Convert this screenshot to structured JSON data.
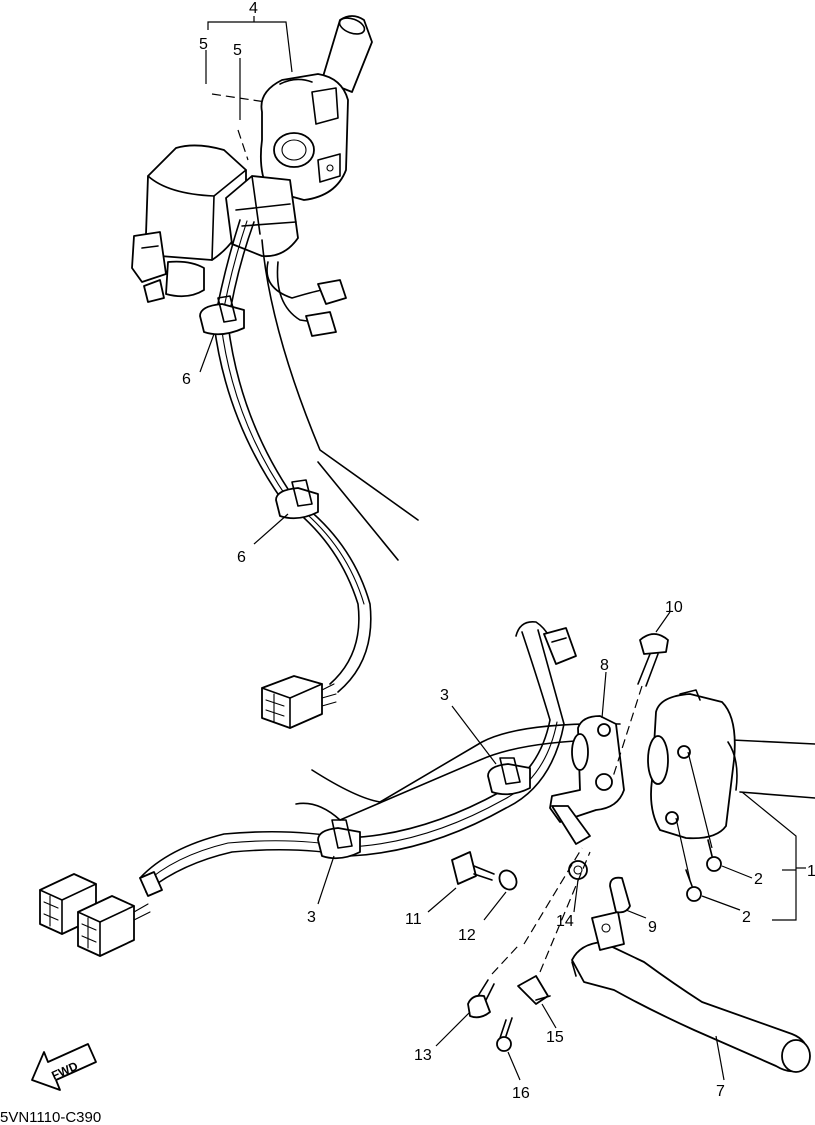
{
  "diagram": {
    "code": "5VN1110-C390",
    "fwd_label": "FWD",
    "callouts": {
      "c1": "1",
      "c2a": "2",
      "c2b": "2",
      "c3a": "3",
      "c3b": "3",
      "c4": "4",
      "c5a": "5",
      "c5b": "5",
      "c6a": "6",
      "c6b": "6",
      "c7": "7",
      "c8": "8",
      "c9": "9",
      "c10": "10",
      "c11": "11",
      "c12": "12",
      "c13": "13",
      "c14": "14",
      "c15": "15",
      "c16": "16"
    }
  }
}
